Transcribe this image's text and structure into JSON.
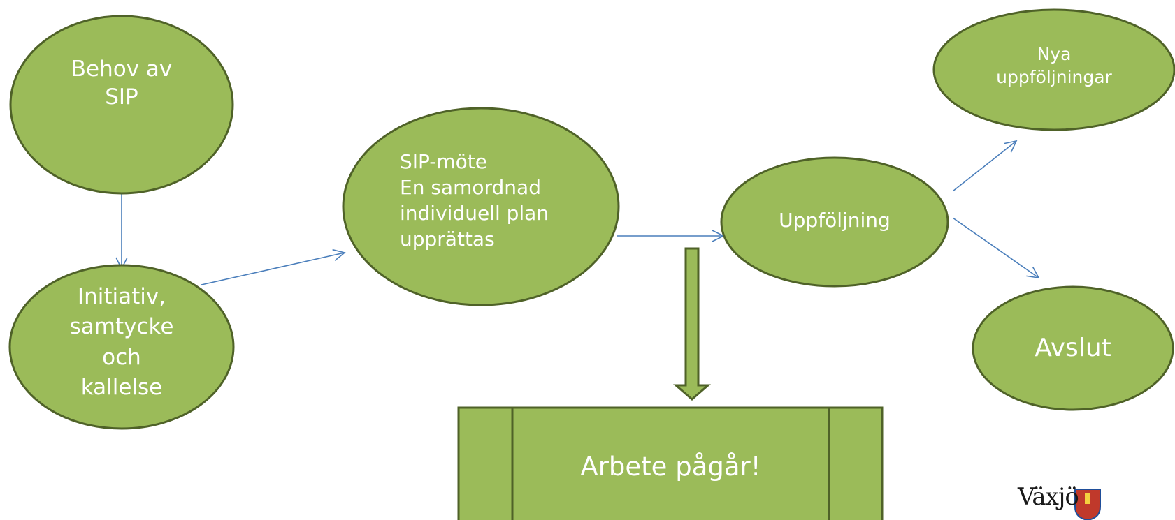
{
  "diagram": {
    "colors": {
      "node_fill": "#9bbb59",
      "node_stroke": "#4f6228",
      "arrow": "#4a7ebb",
      "text": "#ffffff"
    },
    "nodes": {
      "behov": {
        "lines": [
          "Behov av",
          "SIP"
        ]
      },
      "initiativ": {
        "lines": [
          "Initiativ,",
          "samtycke",
          "och",
          "kallelse"
        ]
      },
      "sipmote": {
        "lines": [
          "SIP-möte",
          "En samordnad",
          "individuell plan",
          "upprättas"
        ]
      },
      "uppfoljning": {
        "lines": [
          "Uppföljning"
        ]
      },
      "nya": {
        "lines": [
          "Nya",
          "uppföljningar"
        ]
      },
      "avslut": {
        "lines": [
          "Avslut"
        ]
      },
      "arbete": {
        "label": "Arbete pågår!"
      }
    },
    "logo": {
      "text": "Växjö"
    }
  }
}
